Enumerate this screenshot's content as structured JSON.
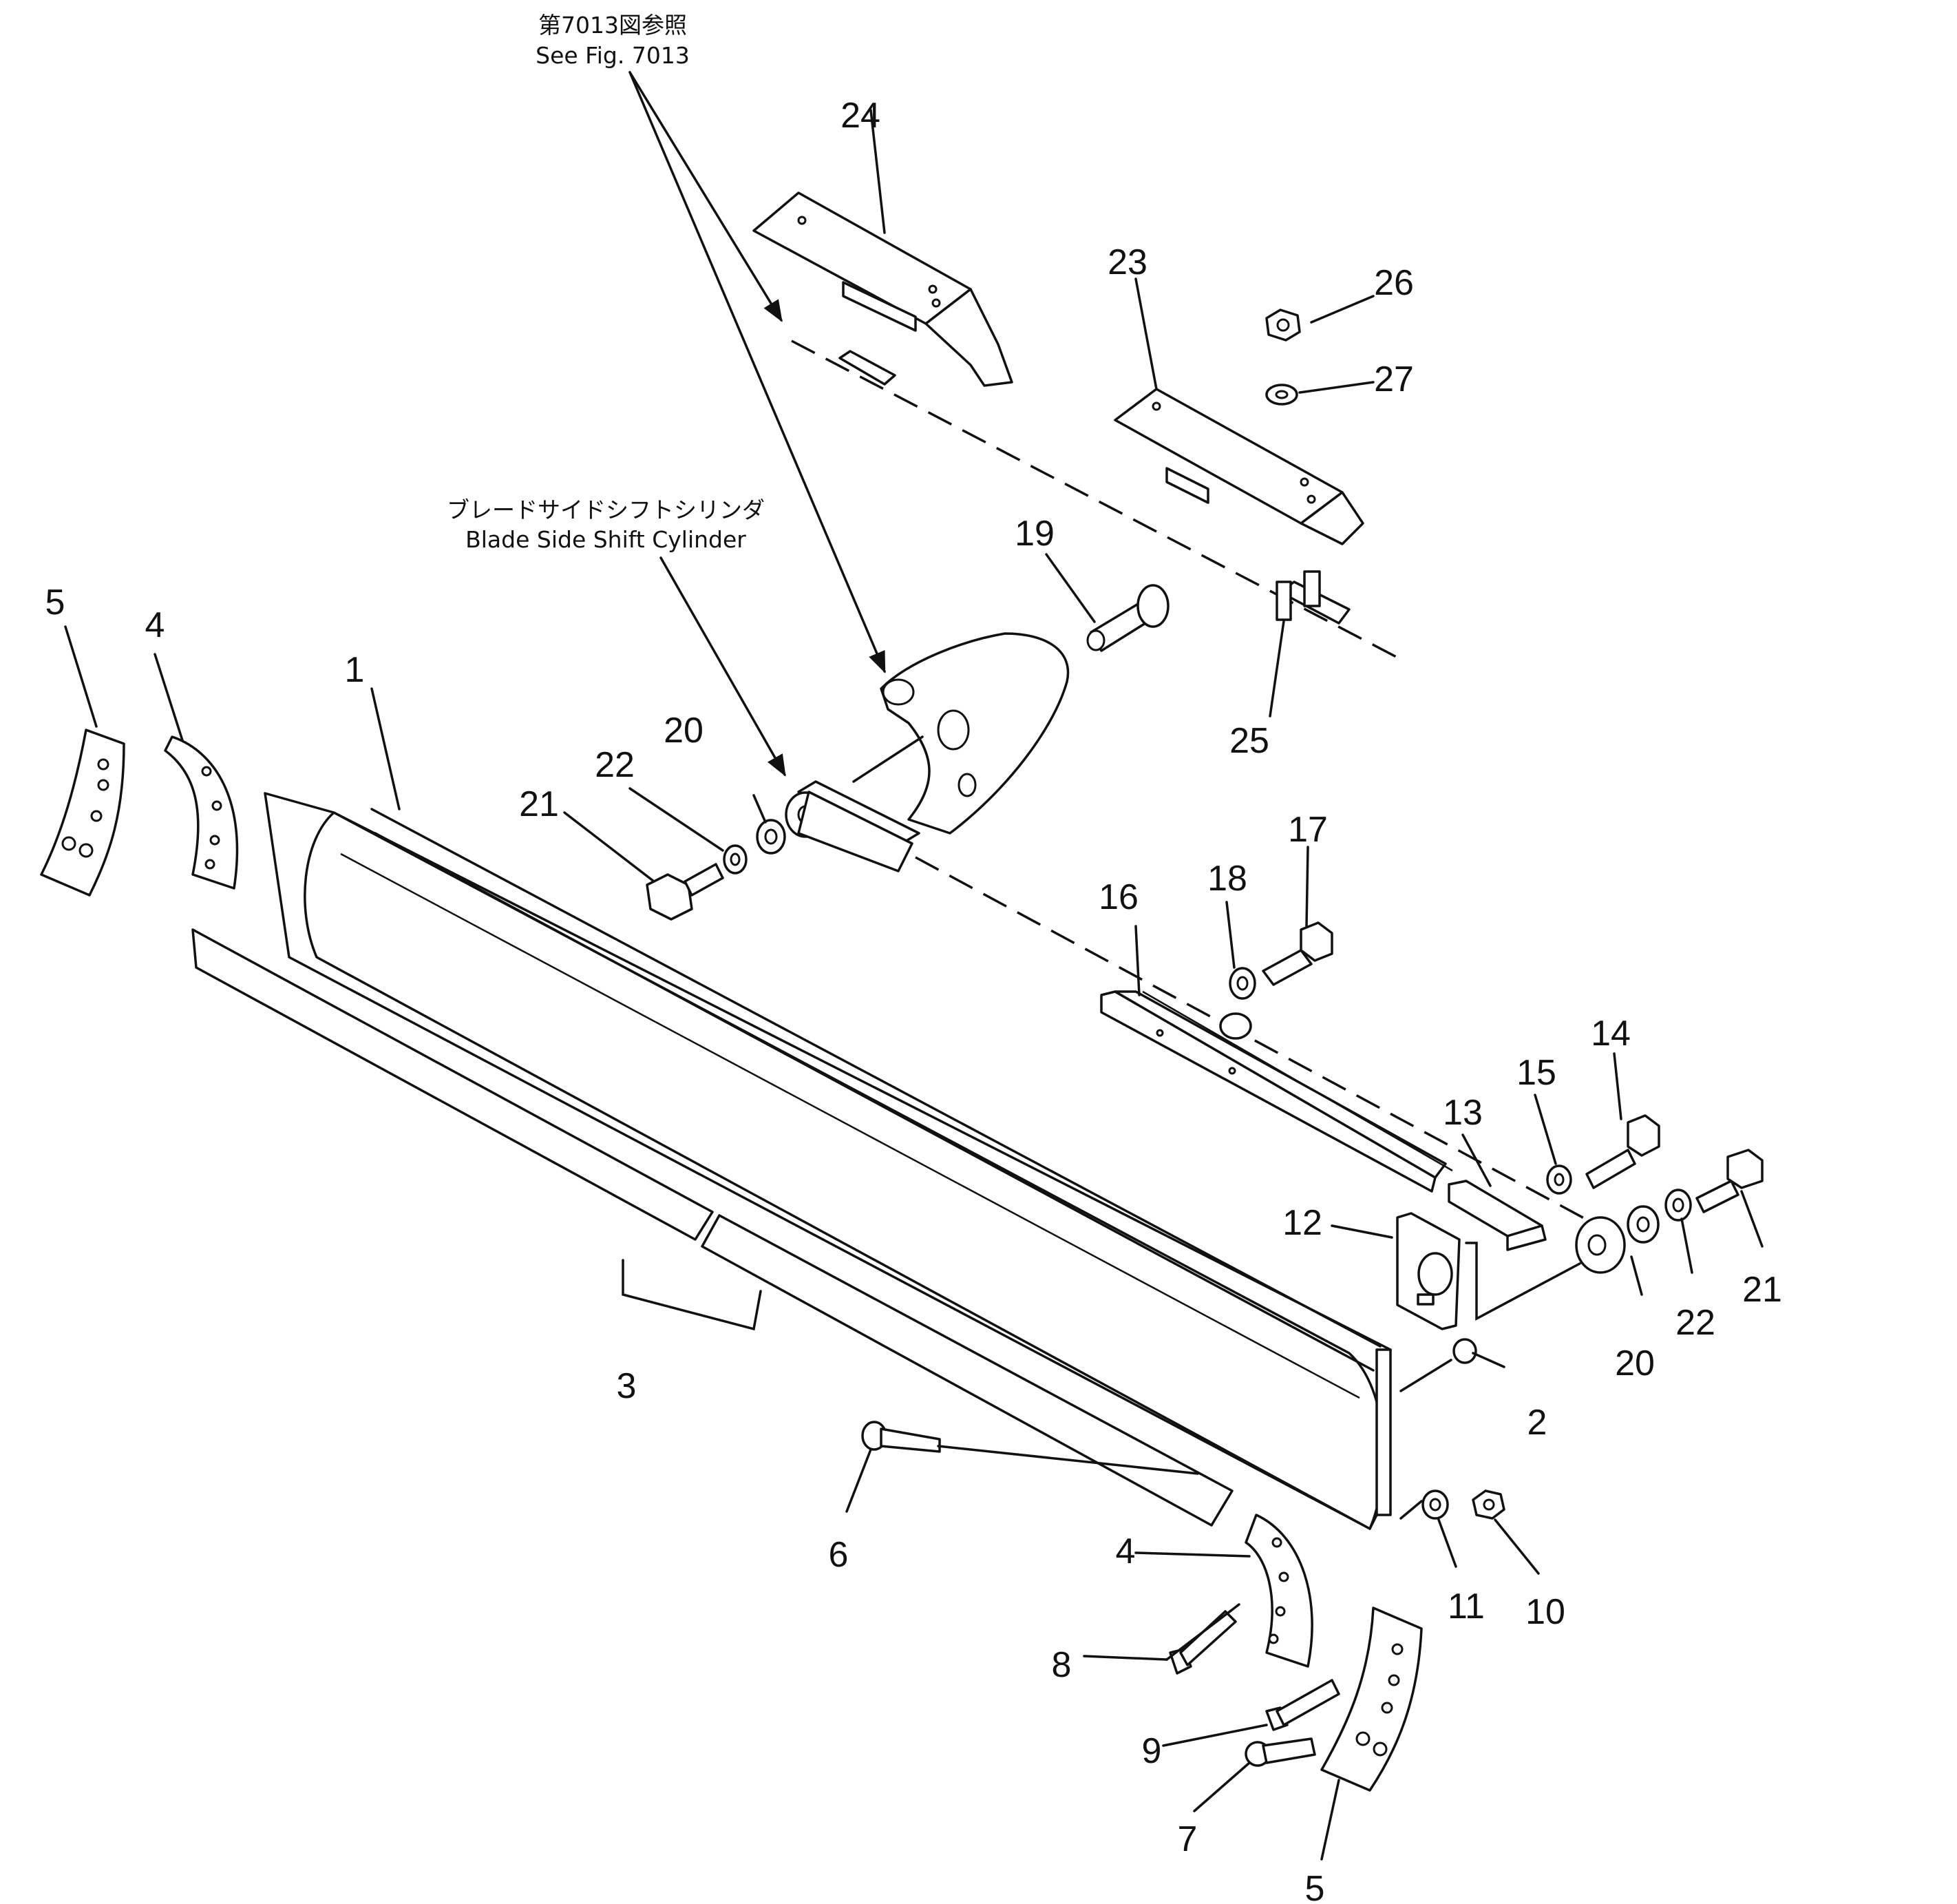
{
  "references": {
    "fig_ref_jp": "第7013図参照",
    "fig_ref_en": "See Fig. 7013",
    "cylinder_jp": "ブレードサイドシフトシリンダ",
    "cylinder_en": "Blade Side Shift Cylinder"
  },
  "callouts": {
    "c1": "1",
    "c2": "2",
    "c3": "3",
    "c4a": "4",
    "c4b": "4",
    "c5a": "5",
    "c5b": "5",
    "c6": "6",
    "c7": "7",
    "c8": "8",
    "c9": "9",
    "c10": "10",
    "c11": "11",
    "c12": "12",
    "c13": "13",
    "c14": "14",
    "c15": "15",
    "c16": "16",
    "c17": "17",
    "c18": "18",
    "c19": "19",
    "c20a": "20",
    "c20b": "20",
    "c21a": "21",
    "c21b": "21",
    "c22a": "22",
    "c22b": "22",
    "c23": "23",
    "c24": "24",
    "c25": "25",
    "c26": "26",
    "c27": "27"
  }
}
